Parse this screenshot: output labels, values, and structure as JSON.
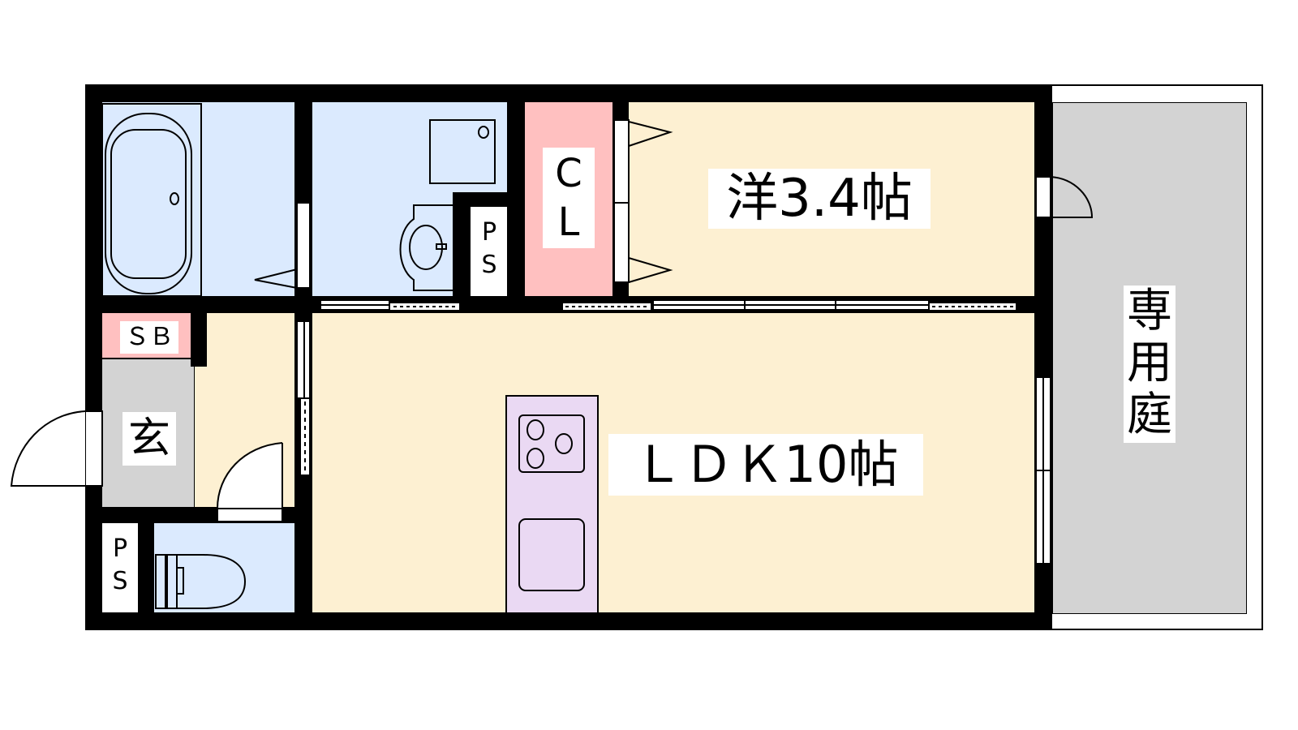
{
  "rooms": {
    "western": {
      "label": "洋3.4帖"
    },
    "ldk": {
      "label": "ＬＤＫ10帖"
    },
    "closet": {
      "label_line1": "C",
      "label_line2": "L"
    },
    "shoe_box": {
      "label": "ＳＢ"
    },
    "entrance": {
      "label": "玄"
    },
    "ps_top": {
      "label_line1": "P",
      "label_line2": "S"
    },
    "ps_bottom": {
      "label_line1": "P",
      "label_line2": "S"
    },
    "garden": {
      "label_line1": "専",
      "label_line2": "用",
      "label_line3": "庭"
    }
  },
  "colors": {
    "wet_area": "#dbeafe",
    "living": "#fdf0d2",
    "storage": "#ffc0c0",
    "entrance": "#d3d3d3",
    "kitchen": "#ead9f3",
    "garden": "#d3d3d3"
  }
}
